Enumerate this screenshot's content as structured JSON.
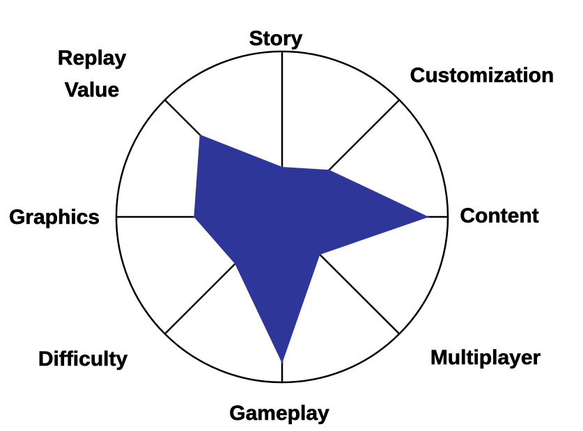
{
  "chart_data": {
    "type": "radar",
    "categories": [
      "Story",
      "Customization",
      "Content",
      "Multiplayer",
      "Gameplay",
      "Difficulty",
      "Graphics",
      "Replay Value"
    ],
    "label_lines": [
      [
        "Story"
      ],
      [
        "Customization"
      ],
      [
        "Content"
      ],
      [
        "Multiplayer"
      ],
      [
        "Gameplay"
      ],
      [
        "Difficulty"
      ],
      [
        "Graphics"
      ],
      [
        "Replay",
        "Value"
      ]
    ],
    "values": [
      0.3,
      0.4,
      0.88,
      0.32,
      0.88,
      0.4,
      0.53,
      0.7
    ],
    "range": [
      0,
      1
    ],
    "grid": true
  },
  "colors": {
    "fill": "#2e3799",
    "line": "#000000",
    "background": "#ffffff"
  }
}
